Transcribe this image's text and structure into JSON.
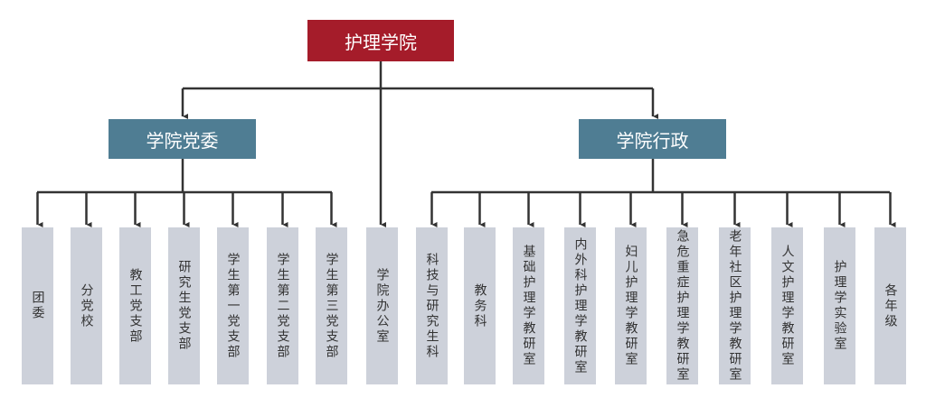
{
  "root": "护理学院",
  "branches": {
    "party": "学院党委",
    "admin": "学院行政"
  },
  "party_units": [
    "团委",
    "分党校",
    "教工党支部",
    "研究生党支部",
    "学生第一党支部",
    "学生第二党支部",
    "学生第三党支部"
  ],
  "office": "学院办公室",
  "admin_units": [
    "科技与研究生科",
    "教务科",
    "基础护理学教研室",
    "内外科护理学教研室",
    "妇儿护理学教研室",
    "急危重症护理学教研室",
    "老年社区护理学教研室",
    "人文护理学教研室",
    "护理学实验室",
    "各年级"
  ],
  "colors": {
    "root": "#A51C2A",
    "branch": "#4F7D93",
    "leaf": "#CDD1DA",
    "line": "#333333"
  }
}
